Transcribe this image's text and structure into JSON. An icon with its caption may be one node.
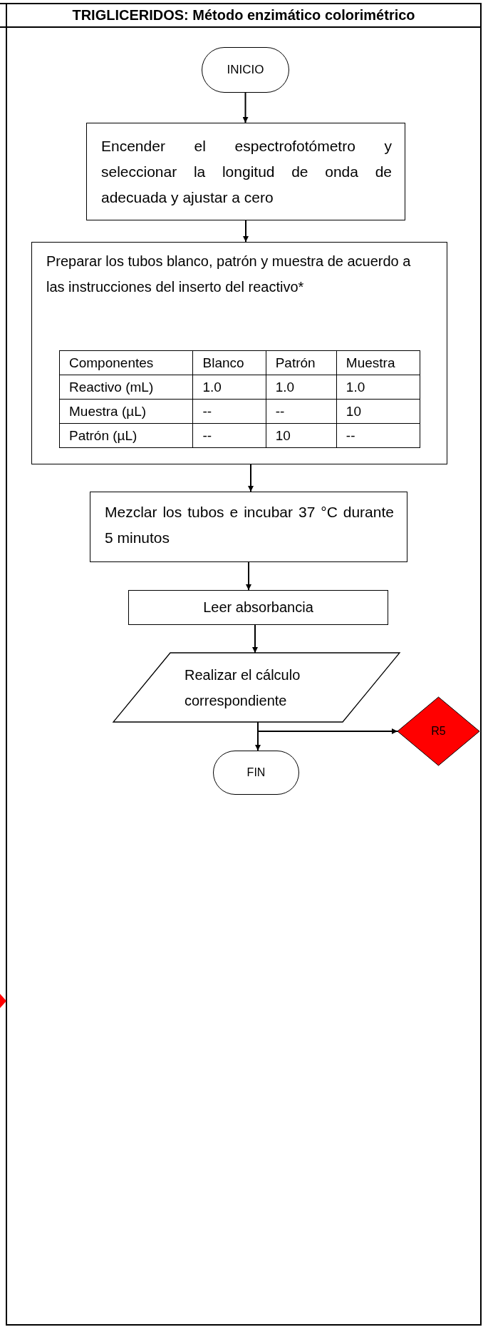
{
  "diagram": {
    "title": "TRIGLICERIDOS: Método enzimático colorimétrico",
    "nodes": [
      {
        "text": [
          "INICIO"
        ]
      },
      {
        "text": [
          "Encender el espectrofotómetro y seleccionar la longitud de onda de adecuada y ajustar a cero"
        ]
      },
      {
        "text": [
          "Preparar los tubos  blanco, patrón y muestra de acuerdo a las instrucciones del inserto del reactivo*"
        ]
      },
      {
        "text": [
          "Mezclar los tubos e incubar 37 °C durante 5 minutos"
        ]
      },
      {
        "text": [
          "Leer absorbancia"
        ]
      },
      {
        "text": [
          "Realizar el cálculo correspondiente"
        ]
      },
      {
        "text": [
          "R5"
        ]
      },
      {
        "text": [
          "FIN"
        ]
      },
      {
        "text": [],
        "shape": "diamond"
      }
    ],
    "edges": [
      {
        "from": 0,
        "to": 1,
        "arrow": "to"
      },
      {
        "from": 1,
        "to": 2,
        "arrow": "to"
      },
      {
        "from": 2,
        "to": 3,
        "arrow": "to"
      },
      {
        "from": 3,
        "to": 4,
        "arrow": "to"
      },
      {
        "from": 4,
        "to": 5,
        "arrow": "to"
      },
      {
        "from": 5,
        "to": 6,
        "arrow": "to"
      },
      {
        "from": 5,
        "to": 7,
        "arrow": "to"
      }
    ],
    "labels": [
      "Componentes",
      "Blanco",
      "Patrón",
      "Muestra",
      "Reactivo (mL)",
      "1.0",
      "1.0",
      "1.0",
      "Muestra (µL)",
      "--",
      "--",
      "10",
      "Patrón (µL)",
      "--",
      "10",
      "--"
    ]
  }
}
